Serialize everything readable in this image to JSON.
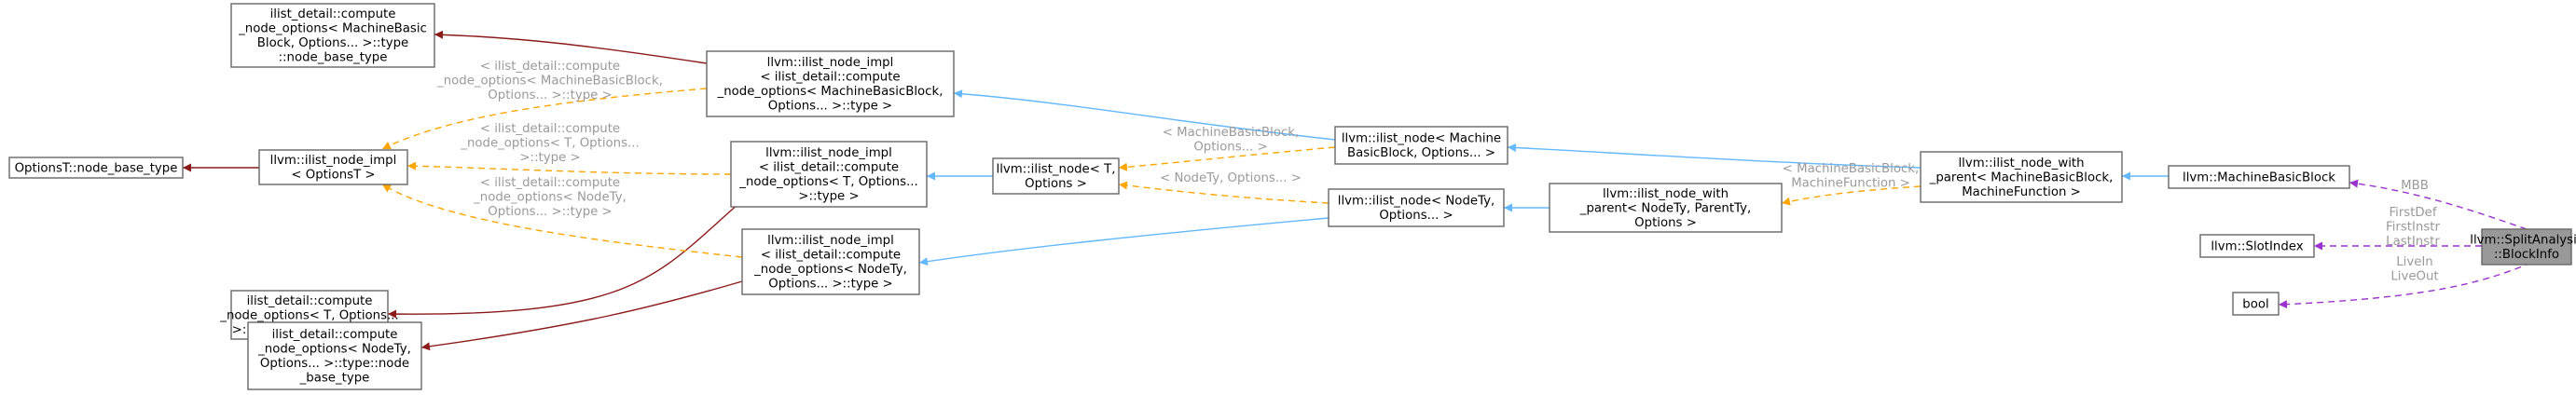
{
  "colors": {
    "inheritance": "#63b8ff",
    "template_instance": "#ffa500",
    "base_type": "#8b1a1a",
    "member": "#9a32cd",
    "edge_label": "#9a9a9a"
  },
  "nodes": [
    {
      "id": "options_base",
      "lines": [
        "OptionsT::node_base_type"
      ]
    },
    {
      "id": "cdn_mbb",
      "lines": [
        "ilist_detail::compute",
        "_node_options< MachineBasic",
        "Block, Options... >::type",
        "::node_base_type"
      ]
    },
    {
      "id": "ilist_node_impl_t",
      "lines": [
        "llvm::ilist_node_impl",
        "< OptionsT >"
      ]
    },
    {
      "id": "cdn_t",
      "lines": [
        "ilist_detail::compute",
        "_node_options< T, Options...",
        ">::type::node_base_type"
      ]
    },
    {
      "id": "cdn_nodety",
      "lines": [
        "ilist_detail::compute",
        "_node_options< NodeTy,",
        "Options... >::type::node",
        "_base_type"
      ]
    },
    {
      "id": "impl_mbb",
      "lines": [
        "llvm::ilist_node_impl",
        "< ilist_detail::compute",
        "_node_options< MachineBasicBlock,",
        "Options... >::type >"
      ]
    },
    {
      "id": "impl_t",
      "lines": [
        "llvm::ilist_node_impl",
        "< ilist_detail::compute",
        "_node_options< T, Options...",
        ">::type >"
      ]
    },
    {
      "id": "impl_nodety",
      "lines": [
        "llvm::ilist_node_impl",
        "< ilist_detail::compute",
        "_node_options< NodeTy,",
        "Options... >::type >"
      ]
    },
    {
      "id": "ilist_node_t",
      "lines": [
        "llvm::ilist_node< T,",
        "Options >"
      ]
    },
    {
      "id": "ilist_node_mbb",
      "lines": [
        "llvm::ilist_node< Machine",
        "BasicBlock, Options... >"
      ]
    },
    {
      "id": "ilist_node_nodety",
      "lines": [
        "llvm::ilist_node< NodeTy,",
        "Options... >"
      ]
    },
    {
      "id": "with_parent_generic",
      "lines": [
        "llvm::ilist_node_with",
        "_parent< NodeTy, ParentTy,",
        "Options >"
      ]
    },
    {
      "id": "with_parent_mbb",
      "lines": [
        "llvm::ilist_node_with",
        "_parent< MachineBasicBlock,",
        "MachineFunction >"
      ]
    },
    {
      "id": "mbb",
      "lines": [
        "llvm::MachineBasicBlock"
      ]
    },
    {
      "id": "slotindex",
      "lines": [
        "llvm::SlotIndex"
      ]
    },
    {
      "id": "bool",
      "lines": [
        "bool"
      ]
    },
    {
      "id": "blockinfo",
      "lines": [
        "llvm::SplitAnalysis",
        "::BlockInfo"
      ]
    }
  ],
  "edge_labels": [
    {
      "id": "lbl_impl_mbb",
      "lines": [
        "< ilist_detail::compute",
        "_node_options< MachineBasicBlock,",
        "Options... >::type >"
      ]
    },
    {
      "id": "lbl_impl_t",
      "lines": [
        "< ilist_detail::compute",
        "_node_options< T, Options...",
        ">::type >"
      ]
    },
    {
      "id": "lbl_impl_nodety",
      "lines": [
        "< ilist_detail::compute",
        "_node_options< NodeTy,",
        "Options... >::type >"
      ]
    },
    {
      "id": "lbl_node_mbb",
      "lines": [
        "< MachineBasicBlock,",
        "Options... >"
      ]
    },
    {
      "id": "lbl_node_nodety",
      "lines": [
        "< NodeTy, Options... >"
      ]
    },
    {
      "id": "lbl_with_parent",
      "lines": [
        "< MachineBasicBlock,",
        "MachineFunction >"
      ]
    },
    {
      "id": "lbl_mbb_member",
      "lines": [
        "MBB"
      ]
    },
    {
      "id": "lbl_slotindex_member",
      "lines": [
        "FirstDef",
        "FirstInstr",
        "LastInstr"
      ]
    },
    {
      "id": "lbl_bool_member",
      "lines": [
        "LiveIn",
        "LiveOut"
      ]
    }
  ]
}
